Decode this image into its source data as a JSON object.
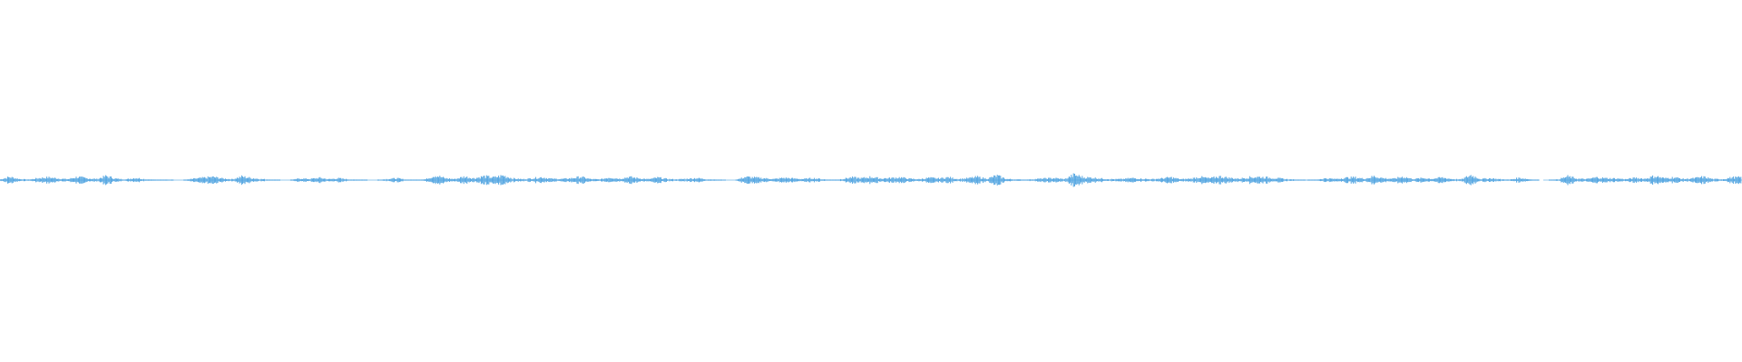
{
  "waveform": {
    "color": "#4fa3e0",
    "background": "#ffffff",
    "amplitude_envelope": [
      0.08,
      0.35,
      0.12,
      0.05,
      0.22,
      0.3,
      0.18,
      0.1,
      0.35,
      0.2,
      0.12,
      0.45,
      0.15,
      0.08,
      0.25,
      0.1,
      0.05,
      0.02,
      0.0,
      0.0,
      0.15,
      0.25,
      0.35,
      0.18,
      0.1,
      0.4,
      0.22,
      0.12,
      0.06,
      0.0,
      0.0,
      0.18,
      0.12,
      0.25,
      0.1,
      0.2,
      0.08,
      0.03,
      0.0,
      0.0,
      0.12,
      0.2,
      0.05,
      0.0,
      0.1,
      0.55,
      0.2,
      0.12,
      0.38,
      0.2,
      0.42,
      0.3,
      0.5,
      0.18,
      0.1,
      0.2,
      0.32,
      0.15,
      0.12,
      0.2,
      0.35,
      0.12,
      0.08,
      0.3,
      0.15,
      0.35,
      0.2,
      0.1,
      0.28,
      0.12,
      0.08,
      0.15,
      0.22,
      0.1,
      0.05,
      0.0,
      0.0,
      0.35,
      0.28,
      0.2,
      0.12,
      0.25,
      0.18,
      0.12,
      0.22,
      0.1,
      0.0,
      0.12,
      0.3,
      0.2,
      0.35,
      0.18,
      0.22,
      0.3,
      0.15,
      0.1,
      0.25,
      0.18,
      0.3,
      0.12,
      0.2,
      0.35,
      0.15,
      0.5,
      0.12,
      0.08,
      0.05,
      0.12,
      0.18,
      0.22,
      0.1,
      0.6,
      0.3,
      0.25,
      0.15,
      0.1,
      0.12,
      0.22,
      0.15,
      0.1,
      0.18,
      0.3,
      0.1,
      0.15,
      0.35,
      0.2,
      0.4,
      0.25,
      0.15,
      0.3,
      0.35,
      0.28,
      0.2,
      0.1,
      0.05,
      0.0,
      0.05,
      0.2,
      0.12,
      0.25,
      0.3,
      0.15,
      0.42,
      0.2,
      0.15,
      0.38,
      0.12,
      0.22,
      0.15,
      0.28,
      0.12,
      0.08,
      0.55,
      0.12,
      0.2,
      0.1,
      0.05,
      0.25,
      0.1,
      0.0,
      0.0,
      0.08,
      0.4,
      0.15,
      0.12,
      0.3,
      0.2,
      0.18,
      0.1,
      0.25,
      0.15,
      0.45,
      0.2,
      0.3,
      0.12,
      0.2,
      0.35,
      0.12,
      0.1,
      0.3
    ]
  }
}
